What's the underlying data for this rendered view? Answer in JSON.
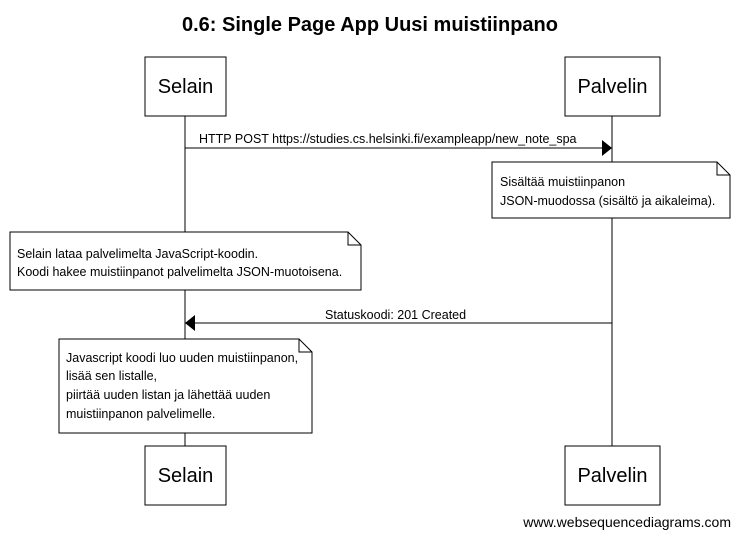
{
  "diagram": {
    "title": "0.6: Single Page App Uusi muistiinpano",
    "actors": {
      "browser": "Selain",
      "server": "Palvelin"
    },
    "messages": [
      {
        "from": "browser",
        "to": "server",
        "text": "HTTP POST https://studies.cs.helsinki.fi/exampleapp/new_note_spa"
      },
      {
        "from": "server",
        "to": "browser",
        "text": "Statuskoodi: 201 Created"
      }
    ],
    "notes": [
      {
        "over": "server",
        "lines": [
          "Sisältää muistiinpanon",
          "JSON-muodossa (sisältö ja aikaleima)."
        ]
      },
      {
        "over": "browser",
        "lines": [
          "Selain lataa palvelimelta JavaScript-koodin.",
          "Koodi hakee muistiinpanot palvelimelta JSON-muotoisena."
        ]
      },
      {
        "over": "browser",
        "lines": [
          "Javascript koodi luo uuden muistiinpanon,",
          "lisää sen listalle,",
          "piirtää uuden listan ja lähettää uuden",
          "muistiinpanon palvelimelle."
        ]
      }
    ],
    "footer": "www.websequencediagrams.com"
  }
}
